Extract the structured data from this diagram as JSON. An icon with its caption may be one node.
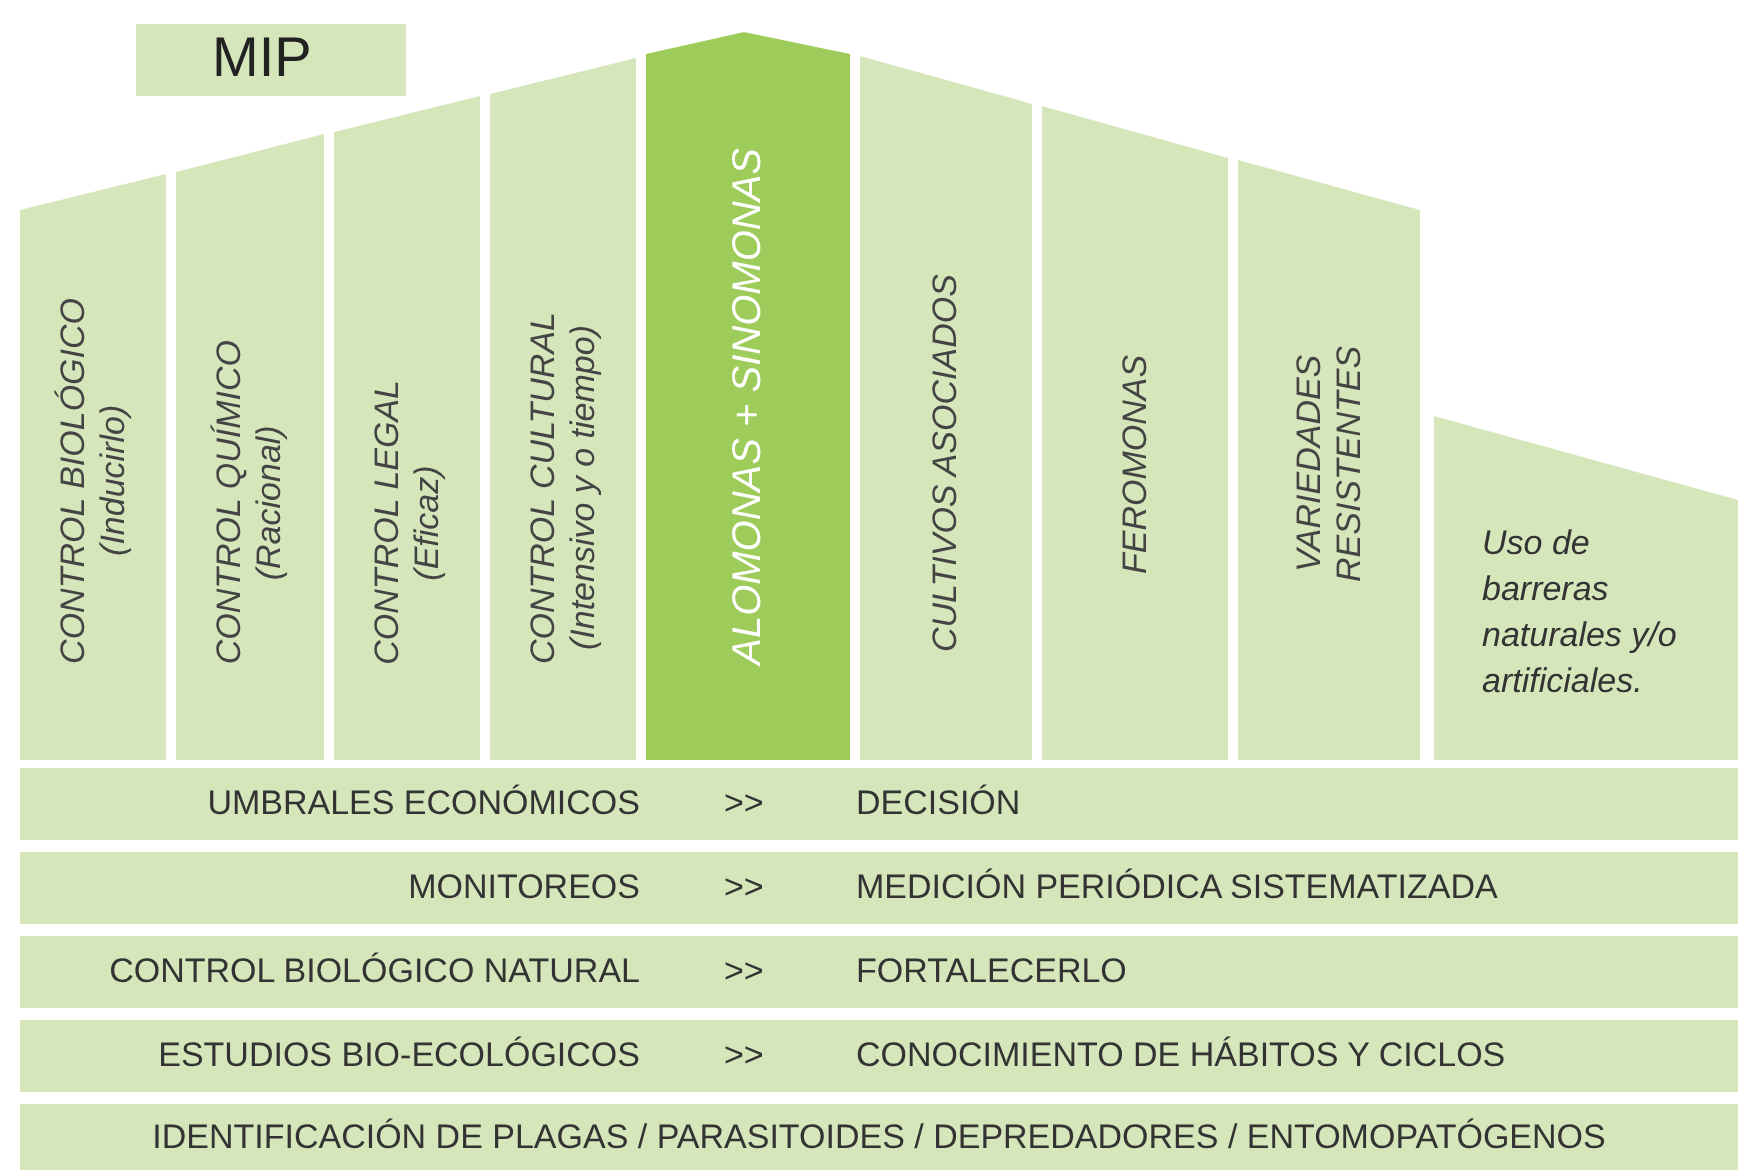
{
  "diagram": {
    "nodes": [
      {
        "text": [
          "MIP"
        ]
      },
      {
        "text": [
          "CONTROL BIOLÓGICO",
          "(Inducirlo)"
        ]
      },
      {
        "text": [
          "CONTROL QUÍMICO",
          "(Racional)"
        ]
      },
      {
        "text": [
          "CONTROL LEGAL",
          "(Eficaz)"
        ]
      },
      {
        "text": [
          "CONTROL CULTURAL",
          "(Intensivo y o tiempo)"
        ]
      },
      {
        "text": [
          "ALOMONAS + SINOMONAS"
        ]
      },
      {
        "text": [
          "CULTIVOS ASOCIADOS"
        ]
      },
      {
        "text": [
          "FEROMONAS"
        ]
      },
      {
        "text": [
          "VARIEDADES RESISTENTES"
        ]
      },
      {
        "text": [
          "Uso de barreras naturales y/o artificiales."
        ]
      },
      {
        "text": [
          "UMBRALES ECONÓMICOS",
          ">>",
          "DECISIÓN"
        ]
      },
      {
        "text": [
          "MONITOREOS",
          ">>",
          "MEDICIÓN PERIÓDICA SISTEMATIZADA"
        ]
      },
      {
        "text": [
          "CONTROL BIOLÓGICO NATURAL",
          ">>",
          "FORTALECERLO"
        ]
      },
      {
        "text": [
          "ESTUDIOS BIO-ECOLÓGICOS",
          ">>",
          "CONOCIMIENTO DE HÁBITOS Y CICLOS"
        ]
      },
      {
        "text": [
          "IDENTIFICACIÓN DE PLAGAS / PARASITOIDES / DEPREDADORES / ENTOMOPATÓGENOS"
        ]
      }
    ]
  }
}
